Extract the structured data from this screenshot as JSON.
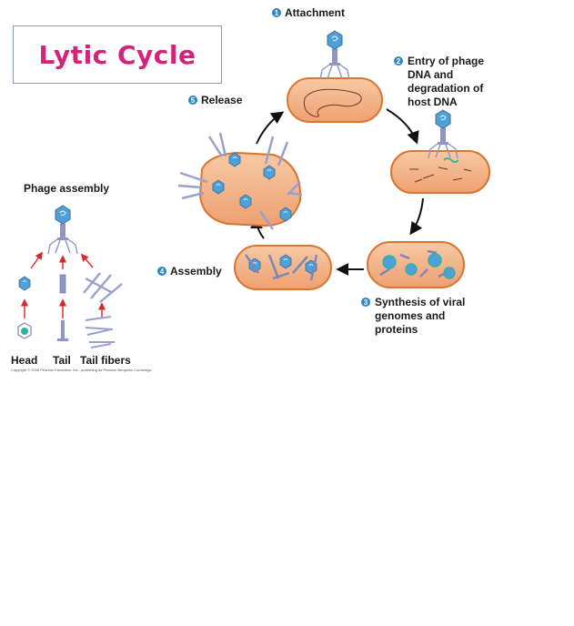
{
  "title": "Lytic Cycle",
  "steps": [
    {
      "number": "1",
      "label": "Attachment"
    },
    {
      "number": "2",
      "label_lines": [
        "Entry of phage",
        "DNA and",
        "degradation of",
        "host DNA"
      ]
    },
    {
      "number": "3",
      "label_lines": [
        "Synthesis of viral",
        "genomes and",
        "proteins"
      ]
    },
    {
      "number": "4",
      "label": "Assembly"
    },
    {
      "number": "5",
      "label": "Release"
    }
  ],
  "phage_assembly": {
    "heading": "Phage assembly",
    "parts": [
      "Head",
      "Tail",
      "Tail fibers"
    ]
  },
  "copyright": "Copyright © 2008 Pearson Education, Inc., publishing as Pearson Benjamin Cummings.",
  "colors": {
    "title": "#d4237a",
    "step_badge": "#2a88c8",
    "cell_fill": "#f4b98f",
    "cell_stroke": "#d9752e",
    "phage": "#7f86b5",
    "phage_head": "#4ea0d8",
    "arrow_red": "#d62828"
  }
}
